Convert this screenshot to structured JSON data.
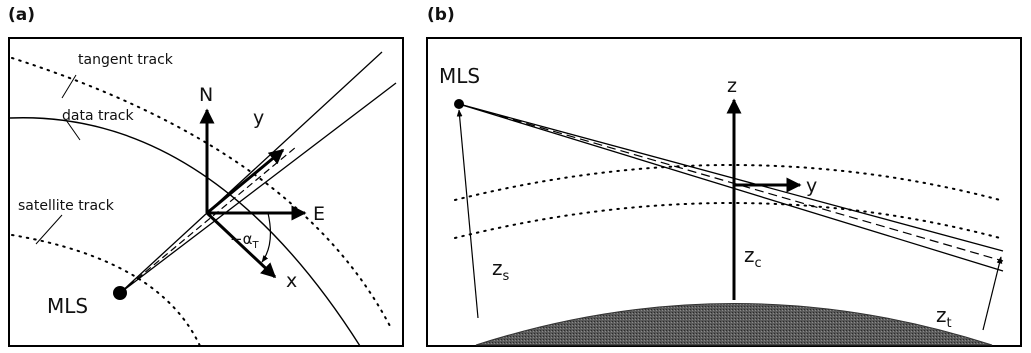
{
  "panel_a": {
    "label": "(a)",
    "tangent_track": "tangent track",
    "data_track": "data track",
    "satellite_track": "satellite track",
    "mls": "MLS",
    "north": "N",
    "east": "E",
    "x_axis": "x",
    "y_axis": "y",
    "angle_prefix": "−α",
    "angle_sub": "T"
  },
  "panel_b": {
    "label": "(b)",
    "mls": "MLS",
    "z_axis": "z",
    "y_axis": "y",
    "zs_main": "z",
    "zs_sub": "s",
    "zc_main": "z",
    "zc_sub": "c",
    "zt_main": "z",
    "zt_sub": "t"
  }
}
